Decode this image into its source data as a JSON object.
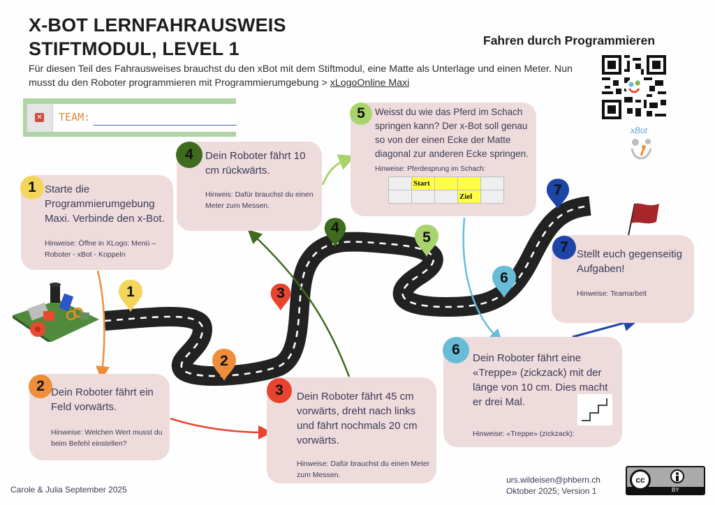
{
  "header": {
    "title_line1": "X-BOT LERNFAHRAUSWEIS",
    "title_line2": "STIFTMODUL, LEVEL 1",
    "intro_text": "Für diesen Teil des Fahrausweises brauchst du den xBot mit dem Stiftmodul, eine Matte als Unterlage und einen Meter. Nun musst du den Roboter programmieren mit Programmierumgebung > ",
    "intro_link": "xLogoOnline Maxi",
    "subtitle": "Fahren durch Programmieren",
    "xbot_logo_text": "xBot"
  },
  "team": {
    "label": "TEAM:",
    "value": "",
    "close_icon": "close-x"
  },
  "steps": [
    {
      "number": "1",
      "color": "#f3d55c",
      "text": "Starte die Programmierumgebung Maxi. Verbinde den x-Bot.",
      "hint": "Hinweise: Öffne in XLogo: Menü – Roboter - xBot - Koppeln"
    },
    {
      "number": "2",
      "color": "#ee8e3a",
      "text": "Dein Roboter fährt ein Feld vorwärts.",
      "hint": "Hinweise: Welchen Wert  musst du beim Befehl einstellen?"
    },
    {
      "number": "3",
      "color": "#e8432e",
      "text": "Dein Roboter fährt 45 cm vorwärts, dreht nach links und fährt nochmals 20 cm vorwärts.",
      "hint": "Hinweise: Dafür brauchst du einen Meter zum Messen."
    },
    {
      "number": "4",
      "color": "#3f6b1f",
      "text": "Dein Roboter fährt 10 cm rückwärts.",
      "hint": "Hinweis: Dafür brauchst du einen Meter zum Messen."
    },
    {
      "number": "5",
      "color": "#a9d46b",
      "text": "Weisst du wie das Pferd im Schach springen kann? Der x-Bot soll genau so von der einen Ecke der Matte diagonal zur anderen Ecke springen.",
      "hint": "Hinweise: Pferdesprung im Schach:",
      "chess_grid": [
        [
          "",
          "Start",
          "",
          "",
          ""
        ],
        [
          "",
          "",
          "",
          "Ziel",
          ""
        ]
      ],
      "chess_highlight": [
        [
          false,
          true,
          true,
          true,
          false
        ],
        [
          false,
          false,
          false,
          true,
          false
        ]
      ]
    },
    {
      "number": "6",
      "color": "#68bcd8",
      "text": "Dein Roboter fährt eine «Treppe» (zickzack) mit der länge von 10 cm. Dies macht er drei Mal.",
      "hint": "Hinweise: «Treppe» (zickzack):"
    },
    {
      "number": "7",
      "color": "#1d45a8",
      "text": "Stellt euch gegenseitig Aufgaben!",
      "hint": "Hinweise: Teamarbeit"
    }
  ],
  "colors": {
    "card_bg": "#eedcdc",
    "road": "#222222",
    "flag": "#a6272a",
    "team_frame": "#acd5a3"
  },
  "footer": {
    "authors": "Carole & Julia  September 2025",
    "email": "urs.wildeisen@phbern.ch",
    "version": "Oktober 2025; Version 1",
    "license_cc": "cc",
    "license_by": "BY"
  }
}
